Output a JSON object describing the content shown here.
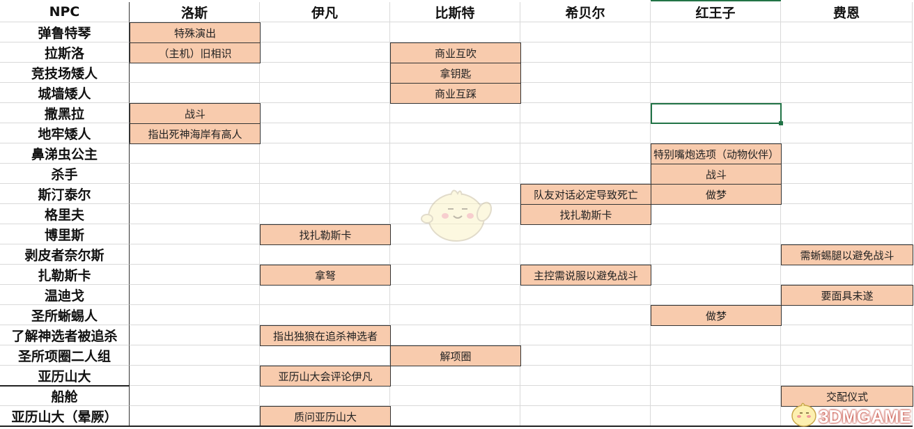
{
  "columns": [
    "NPC",
    "洛斯",
    "伊凡",
    "比斯特",
    "希贝尔",
    "红王子",
    "费恩"
  ],
  "npcs": [
    "弹鲁特琴",
    "拉斯洛",
    "竞技场矮人",
    "城墙矮人",
    "撒黑拉",
    "地牢矮人",
    "鼻涕虫公主",
    "杀手",
    "斯汀泰尔",
    "格里夫",
    "博里斯",
    "剥皮者奈尔斯",
    "扎勒斯卡",
    "温迪戈",
    "圣所蜥蜴人",
    "了解神选者被追杀",
    "圣所项圈二人组",
    "亚历山大",
    "船舱",
    "亚历山大（晕厥）"
  ],
  "interactions": [
    {
      "npc": "弹鲁特琴",
      "column": "洛斯",
      "text": "特殊演出"
    },
    {
      "npc": "拉斯洛",
      "column": "洛斯",
      "text": "（主机）旧相识"
    },
    {
      "npc": "拉斯洛",
      "column": "比斯特",
      "text": "商业互吹"
    },
    {
      "npc": "竞技场矮人",
      "column": "比斯特",
      "text": "拿钥匙"
    },
    {
      "npc": "城墙矮人",
      "column": "比斯特",
      "text": "商业互踩"
    },
    {
      "npc": "撒黑拉",
      "column": "洛斯",
      "text": "战斗"
    },
    {
      "npc": "地牢矮人",
      "column": "洛斯",
      "text": "指出死神海岸有高人"
    },
    {
      "npc": "鼻涕虫公主",
      "column": "红王子",
      "text": "特别嘴炮选项（动物伙伴）"
    },
    {
      "npc": "杀手",
      "column": "红王子",
      "text": "战斗"
    },
    {
      "npc": "斯汀泰尔",
      "column": "希贝尔",
      "text": "队友对话必定导致死亡"
    },
    {
      "npc": "斯汀泰尔",
      "column": "红王子",
      "text": "做梦"
    },
    {
      "npc": "格里夫",
      "column": "希贝尔",
      "text": "找扎勒斯卡"
    },
    {
      "npc": "博里斯",
      "column": "伊凡",
      "text": "找扎勒斯卡"
    },
    {
      "npc": "剥皮者奈尔斯",
      "column": "费恩",
      "text": "需蜥蜴腿以避免战斗"
    },
    {
      "npc": "扎勒斯卡",
      "column": "伊凡",
      "text": "拿弩"
    },
    {
      "npc": "扎勒斯卡",
      "column": "希贝尔",
      "text": "主控需说服以避免战斗"
    },
    {
      "npc": "温迪戈",
      "column": "费恩",
      "text": "要面具未遂"
    },
    {
      "npc": "圣所蜥蜴人",
      "column": "红王子",
      "text": "做梦"
    },
    {
      "npc": "了解神选者被追杀",
      "column": "伊凡",
      "text": "指出独狼在追杀神选者"
    },
    {
      "npc": "圣所项圈二人组",
      "column": "比斯特",
      "text": "解项圈"
    },
    {
      "npc": "亚历山大",
      "column": "伊凡",
      "text": "亚历山大会评论伊凡"
    },
    {
      "npc": "船舱",
      "column": "费恩",
      "text": "交配仪式"
    },
    {
      "npc": "亚历山大（晕厥）",
      "column": "伊凡",
      "text": "质问亚历山大"
    }
  ],
  "selected_cell": {
    "npc": "撒黑拉",
    "column": "红王子"
  },
  "fill_color": "#f8cbad",
  "selection_color": "#217346",
  "watermark": {
    "text": "3DMGAME",
    "color": "#c0392b",
    "mascot_icon": "chick-mascot-icon"
  }
}
